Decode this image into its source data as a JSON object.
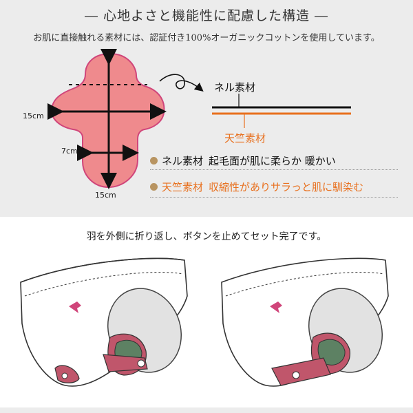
{
  "title": "― 心地よさと機能性に配慮した構造 ―",
  "subtitle": "お肌に直接触れる素材には、認証付き100%オーガニックコットンを使用しています。",
  "dimensions": {
    "width": "15cm",
    "mid": "7cm",
    "length": "15cm"
  },
  "materials": {
    "flannel": {
      "label": "ネル素材",
      "color": "#111111"
    },
    "jersey": {
      "label": "天竺素材",
      "color": "#e8701e"
    }
  },
  "features": [
    {
      "name": "ネル素材",
      "desc": "起毛面が肌に柔らか 暖かい",
      "color": "#111111"
    },
    {
      "name": "天竺素材",
      "desc": "収縮性がありサラっと肌に馴染む",
      "color": "#e8701e"
    }
  ],
  "caption": "羽を外側に折り返し、ボタンを止めてセット完了です。",
  "colors": {
    "pad_pink": "#ef8a8d",
    "pad_outline": "#d0457a",
    "wing": "#c0566b",
    "inner_green": "#5d8163"
  }
}
